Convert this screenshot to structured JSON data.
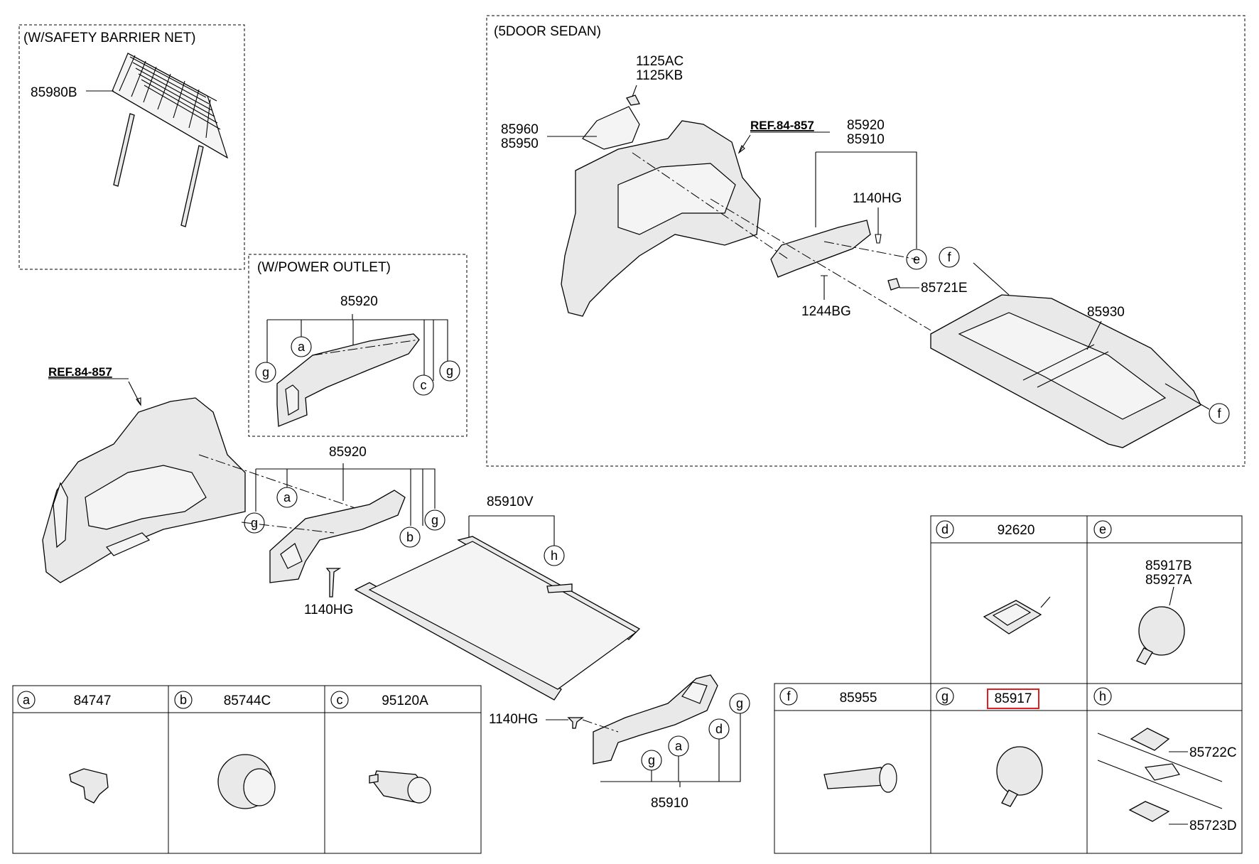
{
  "title": "",
  "groups": {
    "safety_net": "(W/SAFETY BARRIER NET)",
    "power_outlet": "(W/POWER OUTLET)",
    "sedan": "(5DOOR SEDAN)"
  },
  "refs": {
    "left": "REF.84-857",
    "sedan": "REF.84-857"
  },
  "labels": {
    "p85980B": "85980B",
    "p1125AC": "1125AC",
    "p1125KB": "1125KB",
    "p85960": "85960",
    "p85950": "85950",
    "s85920": "85920",
    "s85910": "85910",
    "s1140HG": "1140HG",
    "p85721E": "85721E",
    "p1244BG": "1244BG",
    "p85930": "85930",
    "po85920": "85920",
    "m85920": "85920",
    "p85910V": "85910V",
    "m1140HG": "1140HG",
    "b1140HG": "1140HG",
    "b85910": "85910"
  },
  "callouts": {
    "po_a": "a",
    "po_g1": "g",
    "po_c": "c",
    "po_g2": "g",
    "m_a": "a",
    "m_g1": "g",
    "m_b": "b",
    "m_g2": "g",
    "m_h": "h",
    "s_e": "e",
    "s_f1": "f",
    "s_f2": "f",
    "b_g1": "g",
    "b_d": "d",
    "b_g2": "g",
    "b_a": "a"
  },
  "table_left": {
    "cells": [
      {
        "letter": "a",
        "part": "84747"
      },
      {
        "letter": "b",
        "part": "85744C"
      },
      {
        "letter": "c",
        "part": "95120A"
      }
    ]
  },
  "table_right": {
    "top": [
      {
        "letter": "d",
        "part": "92620"
      },
      {
        "letter": "e",
        "part": ""
      }
    ],
    "bottom": [
      {
        "letter": "f",
        "part": "85955"
      },
      {
        "letter": "g",
        "part": "85917"
      },
      {
        "letter": "h",
        "part": ""
      }
    ],
    "e_parts": [
      "85917B",
      "85927A"
    ],
    "h_parts": [
      "85722C",
      "85723D"
    ]
  },
  "highlight": {
    "part": "85917",
    "color": "#e02020"
  }
}
